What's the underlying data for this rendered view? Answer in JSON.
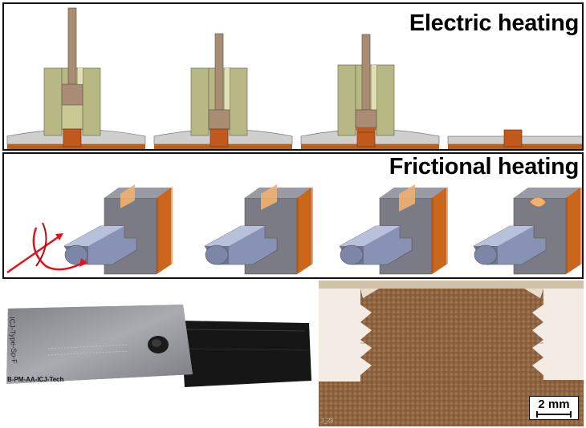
{
  "panels": {
    "electric": {
      "title": "Electric heating"
    },
    "frictional": {
      "title": "Frictional heating"
    }
  },
  "photo": {
    "specimen_label": "B-PM-AA-ICJ-Tech",
    "marking": "ICJ-Type-Sp-F"
  },
  "micrograph": {
    "scale_label": "2 mm",
    "corner_label": "J_23"
  },
  "colors": {
    "sleeve": "#b8b884",
    "pin": "#a88c73",
    "plate": "#cfcfcf",
    "base": "#b5611f",
    "copper": "#c1581c",
    "arrow": "#e0141a",
    "shaft": "#9aa6c8",
    "panel_plate": "#7b7b85"
  }
}
